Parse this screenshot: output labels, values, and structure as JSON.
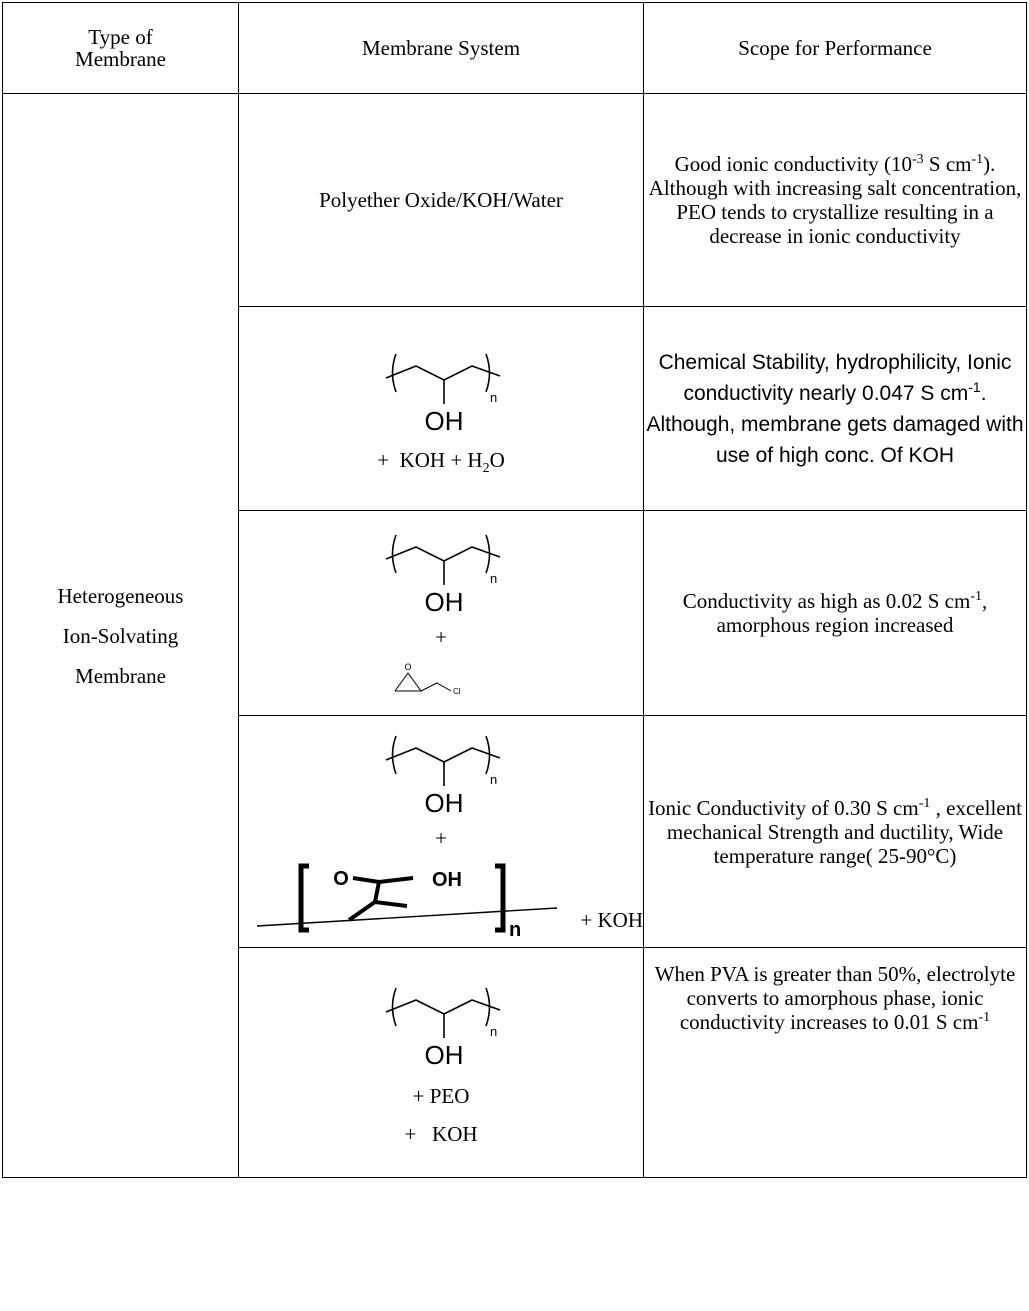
{
  "headers": {
    "type": [
      "Type of",
      "Membrane"
    ],
    "system": "Membrane System",
    "scope": "Scope for Performance"
  },
  "type_label": [
    "Heterogeneous",
    "Ion-Solvating",
    "Membrane"
  ],
  "rows": [
    {
      "system": "Polyether Oxide/KOH/Water",
      "scope": {
        "pre": "Good ionic conductivity (10",
        "sup1": "-3",
        "mid": " S cm",
        "sup2": "-1",
        "post": "). Although with increasing salt concentration, PEO tends to crystallize resulting in a decrease in ionic conductivity"
      }
    },
    {
      "structure": {
        "sub": "n",
        "group": "OH"
      },
      "additive_pre": "+  KOH + H",
      "additive_sub": "2",
      "additive_post": "O",
      "scope": {
        "pre": "Chemical Stability, hydrophilicity, Ionic conductivity nearly 0.047 S cm",
        "sup": "-1",
        "post": ". Although, membrane gets damaged with use of high conc. Of KOH"
      }
    },
    {
      "structure": {
        "sub": "n",
        "group": "OH"
      },
      "plus": "+",
      "epoxide_label": "Cl",
      "scope": {
        "pre": "Conductivity as high as 0.02 S cm",
        "sup": "-1",
        "post": ", amorphous region increased"
      }
    },
    {
      "structure": {
        "sub": "n",
        "group": "OH"
      },
      "plus": "+",
      "acid": {
        "left": "O",
        "right": "OH",
        "sub": "n"
      },
      "additive": "+ KOH",
      "scope": {
        "pre": "Ionic Conductivity of 0.30 S cm",
        "sup": "-1",
        "post": " , excellent mechanical Strength and ductility, Wide temperature range( 25-90°C)"
      }
    },
    {
      "structure": {
        "sub": "n",
        "group": "OH"
      },
      "line1": "+ PEO",
      "line2": "+   KOH",
      "scope": {
        "pre": "When PVA is greater than 50%, electrolyte converts to amorphous phase, ionic conductivity increases to 0.01 S cm",
        "sup": "-1",
        "post": ""
      }
    }
  ]
}
